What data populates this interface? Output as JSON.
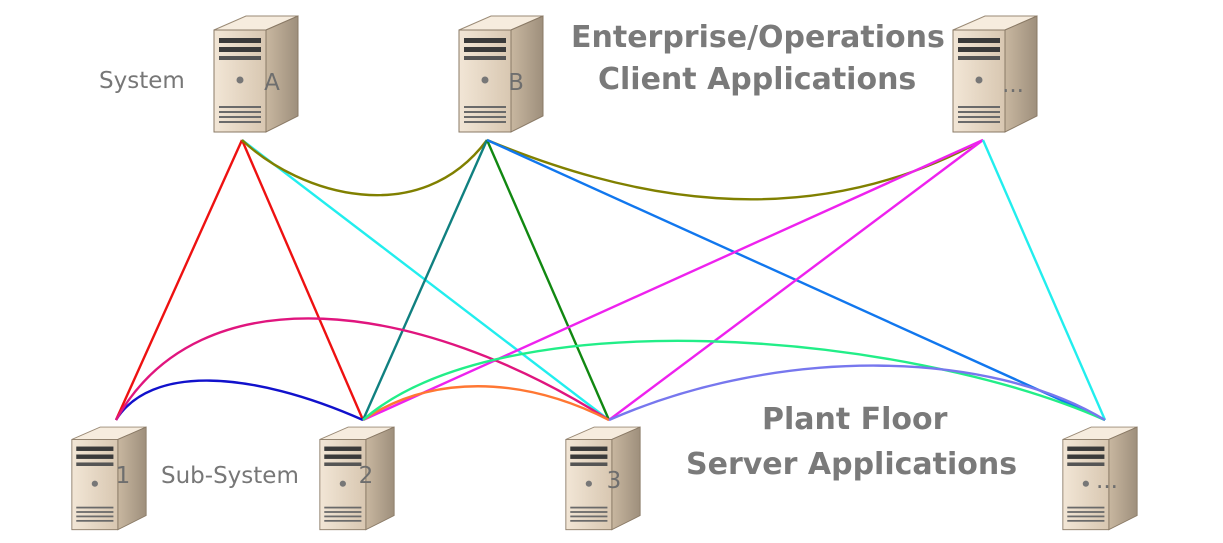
{
  "labels": {
    "system": "System",
    "sub_system": "Sub-System",
    "client_heading_line1": "Enterprise/Operations",
    "client_heading_line2": "Client Applications",
    "server_heading_line1": "Plant Floor",
    "server_heading_line2": "Server Applications"
  },
  "clients": [
    {
      "id": "A",
      "label": "A"
    },
    {
      "id": "B",
      "label": "B"
    },
    {
      "id": "C",
      "label": "..."
    }
  ],
  "servers": [
    {
      "id": "1",
      "label": "1"
    },
    {
      "id": "2",
      "label": "2"
    },
    {
      "id": "3",
      "label": "3"
    },
    {
      "id": "4",
      "label": "..."
    }
  ],
  "connections": [
    {
      "from": "A",
      "to": "1",
      "color": "#ee1111"
    },
    {
      "from": "A",
      "to": "2",
      "color": "#ee1111"
    },
    {
      "from": "A",
      "to": "3",
      "color": "#22eeee"
    },
    {
      "from": "A",
      "to": "B",
      "color": "#808000"
    },
    {
      "from": "B",
      "to": "C",
      "color": "#808000"
    },
    {
      "from": "B",
      "to": "2",
      "color": "#108080"
    },
    {
      "from": "B",
      "to": "3",
      "color": "#118811"
    },
    {
      "from": "B",
      "to": "4",
      "color": "#1177ee"
    },
    {
      "from": "C",
      "to": "2",
      "color": "#ee22ee"
    },
    {
      "from": "C",
      "to": "3",
      "color": "#ee22ee"
    },
    {
      "from": "C",
      "to": "4",
      "color": "#22eeee"
    },
    {
      "from": "1",
      "to": "2",
      "color": "#1111cc"
    },
    {
      "from": "1",
      "to": "3",
      "color": "#e0157e"
    },
    {
      "from": "2",
      "to": "3",
      "color": "#ff7733"
    },
    {
      "from": "2",
      "to": "4",
      "color": "#22ee88"
    },
    {
      "from": "3",
      "to": "4",
      "color": "#7777ee"
    }
  ],
  "colors": {
    "server_body": "#e8d9c6",
    "server_shade": "#b8a892",
    "label_text": "#777777"
  }
}
